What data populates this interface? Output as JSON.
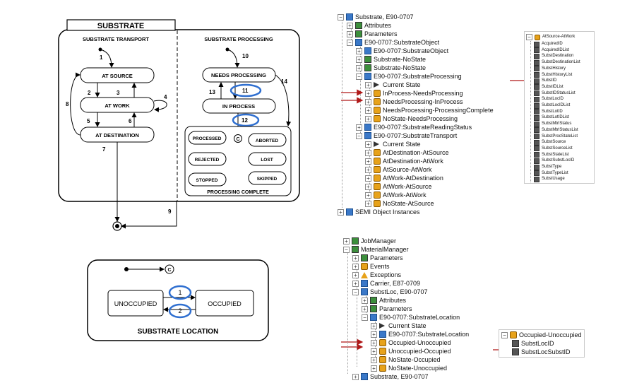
{
  "substrate_diagram": {
    "title": "SUBSTRATE",
    "transport": {
      "header": "SUBSTRATE TRANSPORT",
      "states": [
        "AT SOURCE",
        "AT WORK",
        "AT DESTINATION"
      ],
      "labels": [
        "1",
        "2",
        "3",
        "4",
        "5",
        "6",
        "7",
        "8"
      ]
    },
    "processing": {
      "header": "SUBSTRATE PROCESSING",
      "states": [
        "NEEDS PROCESSING",
        "IN PROCESS"
      ],
      "labels": [
        "10",
        "11",
        "12",
        "13",
        "14"
      ],
      "complete_label": "PROCESSING COMPLETE",
      "complete_states": [
        "PROCESSED",
        "ABORTED",
        "REJECTED",
        "LOST",
        "STOPPED",
        "SKIPPED"
      ],
      "history_symbol": "C"
    },
    "exit_label": "9"
  },
  "location_diagram": {
    "title": "SUBSTRATE LOCATION",
    "states": [
      "UNOCCUPIED",
      "OCCUPIED"
    ],
    "labels": [
      "1",
      "2"
    ],
    "history_symbol": "C"
  },
  "tree_top": {
    "items": [
      "Substrate, E90-0707",
      "Attributes",
      "Parameters",
      "E90-0707:SubstrateObject",
      "E90-0707:SubstrateObject",
      "Substrate-NoState",
      "Substrate-NoState",
      "E90-0707:SubstrateProcessing",
      "Current State",
      "InProcess-NeedsProcessing",
      "NeedsProcessing-InProcess",
      "NeedsProcessing-ProcessingComplete",
      "NoState-NeedsProcessing",
      "E90-0707:SubstrateReadingStatus",
      "E90-0707:SubstrateTransport",
      "Current State",
      "AtDestination-AtSource",
      "AtDestination-AtWork",
      "AtSource-AtWork",
      "AtWork-AtDestination",
      "AtWork-AtSource",
      "AtWork-AtWork",
      "NoState-AtSource",
      "SEMI Object Instances"
    ]
  },
  "attr_panel": {
    "header": "AtSource-AtWork",
    "items": [
      "AcquiredID",
      "AcquiredIDList",
      "SubstDestination",
      "SubstDestinationList",
      "SubstHistory",
      "SubstHistoryList",
      "SubstID",
      "SubstIDList",
      "SubstIDStatusList",
      "SubstLocID",
      "SubstLocIDList",
      "SubstLotID",
      "SubstLotIDList",
      "SubstMtrlStatus",
      "SubstMtrlStatusList",
      "SubstProcStateList",
      "SubstSource",
      "SubstSourceList",
      "SubstStateList",
      "SubstSubstLocID",
      "SubstType",
      "SubstTypeList",
      "SubstUsage"
    ]
  },
  "tree_bottom": {
    "items": [
      "JobManager",
      "MaterialManager",
      "Parameters",
      "Events",
      "Exceptions",
      "Carrier, E87-0709",
      "SubstLoc, E90-0707",
      "Attributes",
      "Parameters",
      "E90-0707:SubstrateLocation",
      "Current State",
      "E90-0707:SubstrateLocation",
      "Occupied-Unoccupied",
      "Unoccupied-Occupied",
      "NoState-Occupied",
      "NoState-Unoccupied",
      "Substrate, E90-0707"
    ]
  },
  "loc_panel": {
    "header": "Occupied-Unoccupied",
    "items": [
      "SubstLocID",
      "SubstLocSubstID"
    ]
  },
  "colors": {
    "highlight_ring": "#2f6fd0",
    "arrow_red": "#b01818"
  }
}
